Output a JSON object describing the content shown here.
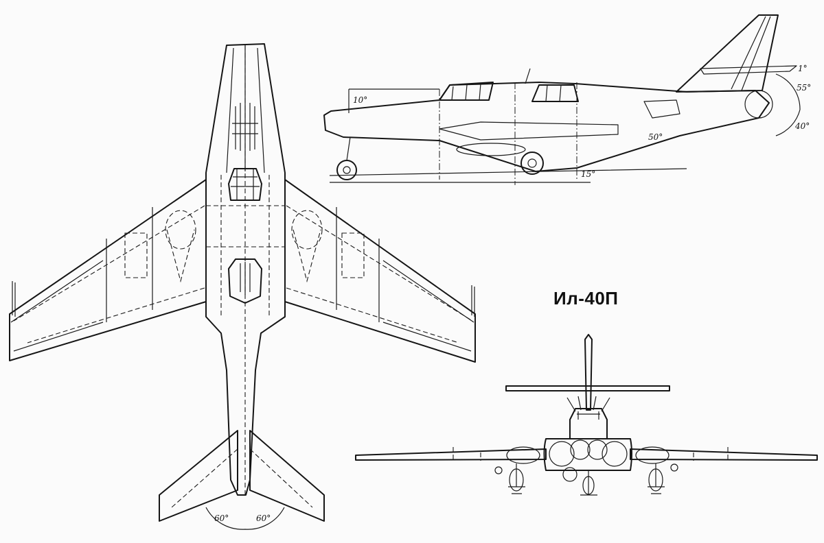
{
  "title": "Ил-40П",
  "annotations": {
    "tail_sweep_left": "60°",
    "tail_sweep_right": "60°",
    "nose_angle": "10°",
    "rudder_up": "55°",
    "rudder_down": "40°",
    "strut_angle": "50°",
    "gear_angle": "15°",
    "fin_tip": "1°"
  }
}
